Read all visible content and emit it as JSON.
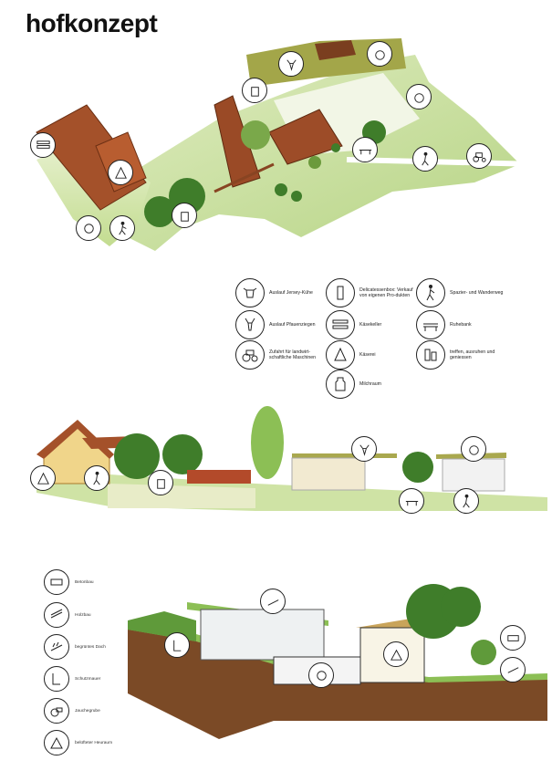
{
  "title": "hofkonzept",
  "legend": [
    {
      "icon": "cow-icon",
      "text": "Auslauf Jersey-Kühe"
    },
    {
      "icon": "goat-icon",
      "text": "Auslauf Pfauenziegen"
    },
    {
      "icon": "tractor-icon",
      "text": "Zufahrt für landwirt-schaftliche Maschinen"
    },
    {
      "icon": "deli-box-icon",
      "text": "Delicatessenbox: Verkauf von eigenen Pro-dukten"
    },
    {
      "icon": "cheese-cellar-icon",
      "text": "Käsekeller"
    },
    {
      "icon": "dairy-icon",
      "text": "Käserei"
    },
    {
      "icon": "milk-can-icon",
      "text": "Milchraum"
    },
    {
      "icon": "walker-icon",
      "text": "Spazier- und Wanderweg"
    },
    {
      "icon": "bench-icon",
      "text": "Ruhebank"
    },
    {
      "icon": "meet-icon",
      "text": "treffen, ausruhen und geniessen"
    }
  ],
  "materials": [
    {
      "icon": "concrete-icon",
      "text": "Betonbau"
    },
    {
      "icon": "wood-icon",
      "text": "Holzbau"
    },
    {
      "icon": "green-roof-icon",
      "text": "begrüntes Dach"
    },
    {
      "icon": "protect-wall-icon",
      "text": "Schutzmauer"
    },
    {
      "icon": "manure-pit-icon",
      "text": "Jauchegrube"
    },
    {
      "icon": "hay-icon",
      "text": "belüfteter Heuraum"
    }
  ],
  "colors": {
    "grass": "#cfe3a5",
    "roof": "#a4512a",
    "tree": "#3f7d2a",
    "soil": "#7b4a26",
    "olive_roof": "#a9a84e"
  }
}
